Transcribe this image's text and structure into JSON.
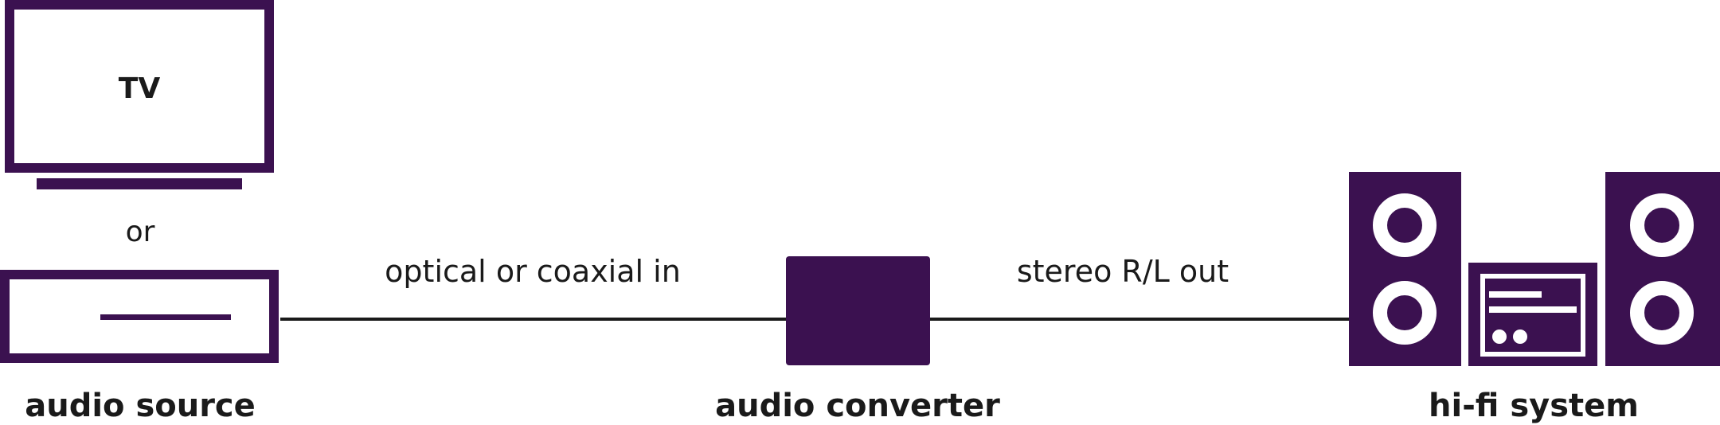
{
  "tv_label": "TV",
  "or_label": "or",
  "source_label": "audio source",
  "input_label": "optical or coaxial in",
  "converter_label": "audio converter",
  "output_label": "stereo R/L out",
  "hifi_label": "hi-fi system",
  "colors": {
    "accent": "#3b1150",
    "line": "#1a1a1a",
    "text": "#1a1a1a"
  }
}
